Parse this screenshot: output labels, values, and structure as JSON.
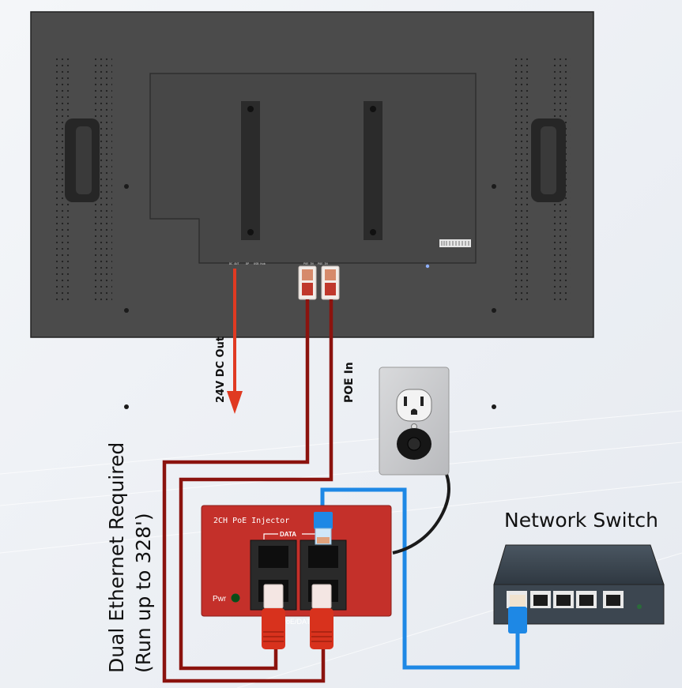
{
  "diagram": {
    "title": "Display PoE Wiring Diagram",
    "colors": {
      "background": "#eef1f5",
      "display_body": "#4b4b4b",
      "display_panel": "#474747",
      "dc_arrow": "#e03a22",
      "poe_cable": "#8b130e",
      "data_cable": "#1e88e5",
      "injector_body": "#c4302a",
      "switch_body": "#3c4650",
      "outlet_plate": "#c9cacc",
      "power_cord": "#1a1a1a"
    },
    "display": {
      "name": "Display rear panel",
      "port_labels": [
        "DC OUT",
        "DP",
        "USB Hub",
        "POE IN",
        "POE IN"
      ]
    },
    "labels": {
      "dc_out": "24V DC Out",
      "poe_in": "POE In",
      "dual_ethernet_line1": "Dual Ethernet Required",
      "dual_ethernet_line2": "(Run up to 328')",
      "network_switch": "Network Switch"
    },
    "injector": {
      "title": "2CH PoE Injector",
      "data_label": "DATA",
      "pwr_label": "Pwr",
      "bottom_label": "PoE/DATA"
    },
    "switch": {
      "port_count": 5
    },
    "outlet": {
      "name": "Wall outlet"
    }
  }
}
